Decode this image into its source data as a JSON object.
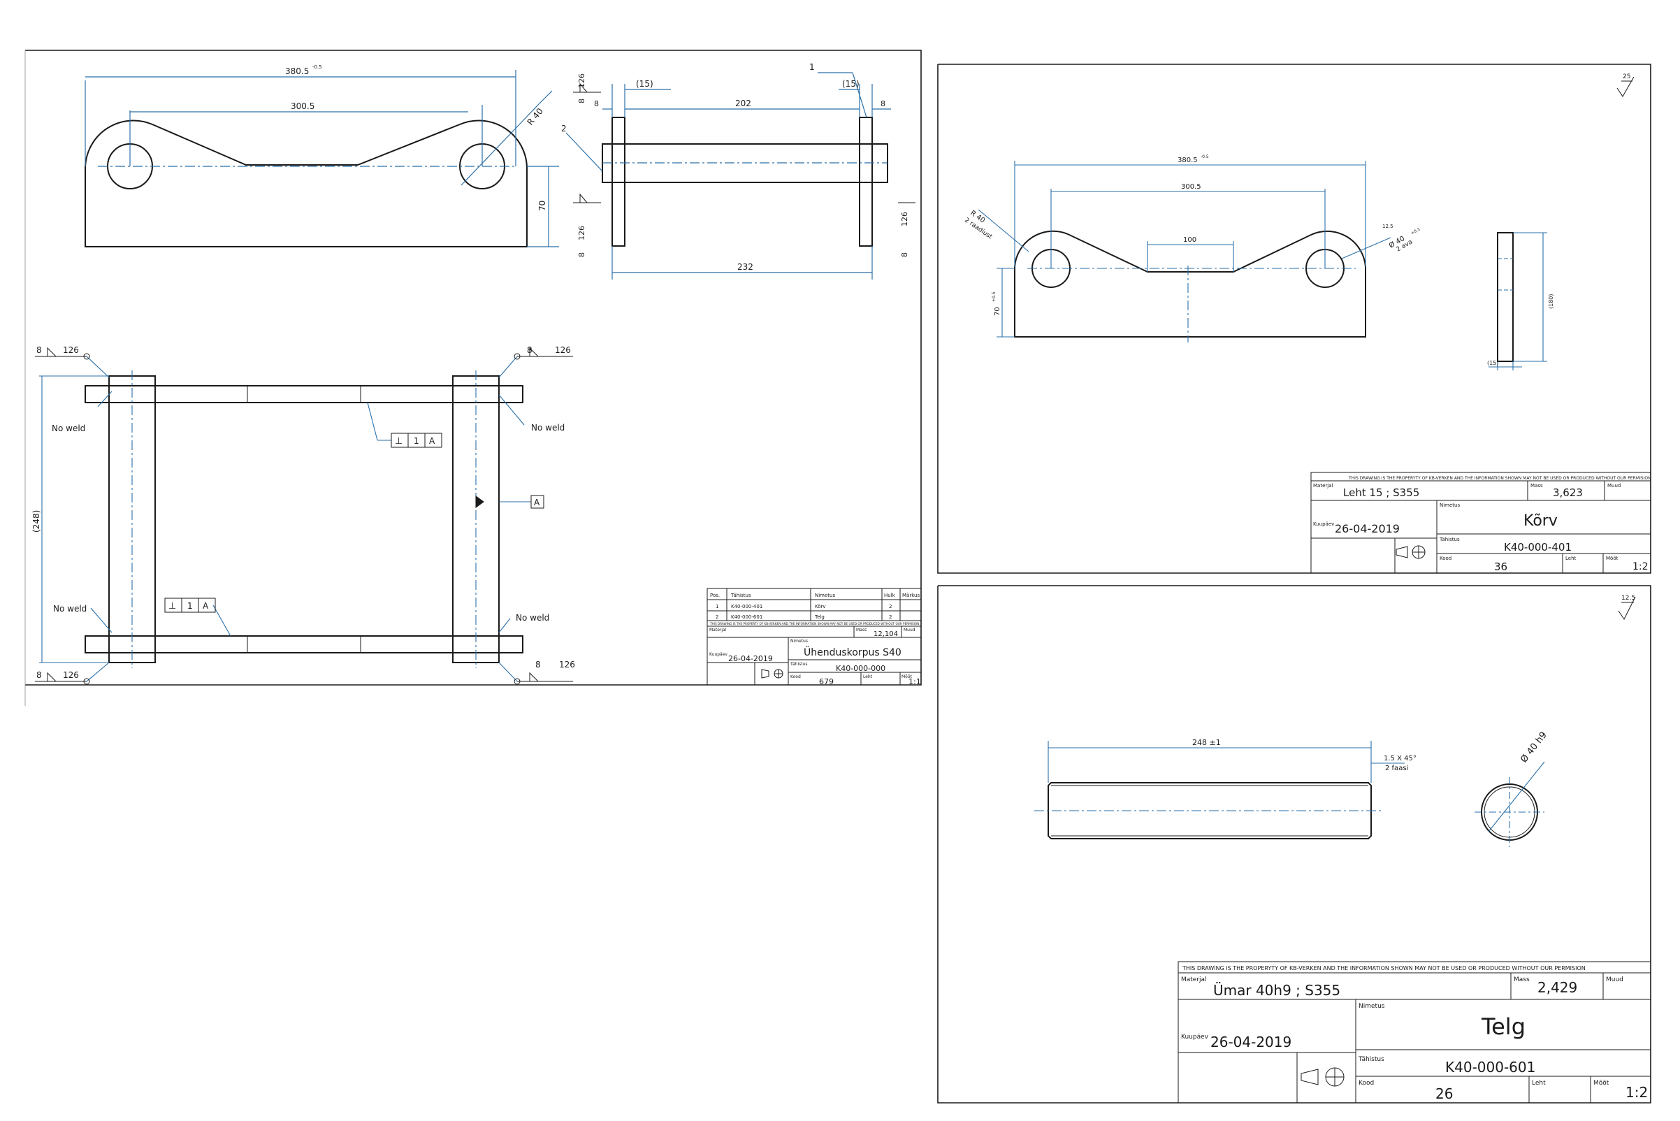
{
  "colors": {
    "ink": "#1a1a1a",
    "dim": "#2a6fa8",
    "paper": "#ffffff"
  },
  "sheet1": {
    "top": {
      "overall": "380.5",
      "tol": "-0.5",
      "centers": "300.5",
      "radius": "R 40",
      "height": "70"
    },
    "side": {
      "bal_1": "1",
      "bal_2": "2",
      "d15a": "(15)",
      "d15b": "(15)",
      "d202": "202",
      "d8a": "8",
      "d8b": "8",
      "d232": "232",
      "w8a": "8",
      "w126a": "126",
      "w8b": "8",
      "w126b": "126",
      "w8c": "8",
      "w126c": "126"
    },
    "assy": {
      "weld8": "8",
      "weld126": "126",
      "no_weld": "No weld",
      "height": "(248)",
      "datum": "A",
      "perp_sym": "⊥",
      "perp_val": "1",
      "perp_ref": "A"
    },
    "title": {
      "h_pos": "Pos.",
      "h_tahistus": "Tähistus",
      "h_nimetus": "Nimetus",
      "h_hulk": "Hulk",
      "h_markus": "Märkus",
      "rows": [
        {
          "pos": "1",
          "tah": "K40-000-401",
          "nim": "Kõrv",
          "hulk": "2"
        },
        {
          "pos": "2",
          "tah": "K40-000-601",
          "nim": "Telg",
          "hulk": "2"
        }
      ],
      "property": "THIS DRAWING IS THE PROPERTY OF KB-VERKEN AND THE INFORMATION SHOWN MAY NOT BE USED OR PRODUCED WITHOUT OUR PERMISION",
      "l_materjal": "Materjal",
      "l_mass": "Mass",
      "mass": "12,104",
      "l_muud": "Muud",
      "l_kuupaev": "Kuupäev",
      "date": "26-04-2019",
      "l_nimetus": "Nimetus",
      "name": "Ühenduskorpus S40",
      "l_tahistus": "Tähistus",
      "code": "K40-000-000",
      "l_kood": "Kood",
      "kood": "679",
      "l_leht": "Leht",
      "l_moot": "Mõõt",
      "moot": "1:1"
    }
  },
  "sheet2": {
    "rough": "25",
    "overall": "380.5",
    "tol": "-0.5",
    "centers": "300.5",
    "mid": "100",
    "radius": "R 40",
    "radius_note": "2 raadiust",
    "hole": "Ø 40",
    "hole_tol": "+0.1",
    "hole_note": "2 ava",
    "hole_rough": "12.5",
    "height": "70",
    "height_tol": "+0.5",
    "edge_height": "(180)",
    "thickness": "(15)",
    "title": {
      "property": "THIS DRAWING IS THE PROPERYTY OF KB-VERKEN AND THE INFORMATION SHOWN MAY NOT BE USED OR PRODUCED WITHOUT OUR PERMISION",
      "l_materjal": "Materjal",
      "material": "Leht 15  ;  S355",
      "l_mass": "Mass",
      "mass": "3,623",
      "l_muud": "Muud",
      "l_nimetus": "Nimetus",
      "name": "Kõrv",
      "l_kuupaev": "Kuupäev",
      "date": "26-04-2019",
      "l_tahistus": "Tähistus",
      "code": "K40-000-401",
      "l_kood": "Kood",
      "kood": "36",
      "l_leht": "Leht",
      "l_moot": "Mõõt",
      "moot": "1:2"
    }
  },
  "sheet3": {
    "rough": "12.5",
    "length": "248 ±1",
    "chamfer": "1.5 X 45°",
    "chamfer_note": "2 faasi",
    "dia": "Ø 40 h9",
    "title": {
      "property": "THIS DRAWING IS THE PROPERYTY OF KB-VERKEN AND THE INFORMATION SHOWN MAY NOT BE USED OR PRODUCED WITHOUT OUR PERMISION",
      "l_materjal": "Materjal",
      "material": "Ümar 40h9   ;   S355",
      "l_mass": "Mass",
      "mass": "2,429",
      "l_muud": "Muud",
      "l_nimetus": "Nimetus",
      "name": "Telg",
      "l_kuupaev": "Kuupäev",
      "date": "26-04-2019",
      "l_tahistus": "Tähistus",
      "code": "K40-000-601",
      "l_kood": "Kood",
      "kood": "26",
      "l_leht": "Leht",
      "l_moot": "Mõõt",
      "moot": "1:2"
    }
  }
}
